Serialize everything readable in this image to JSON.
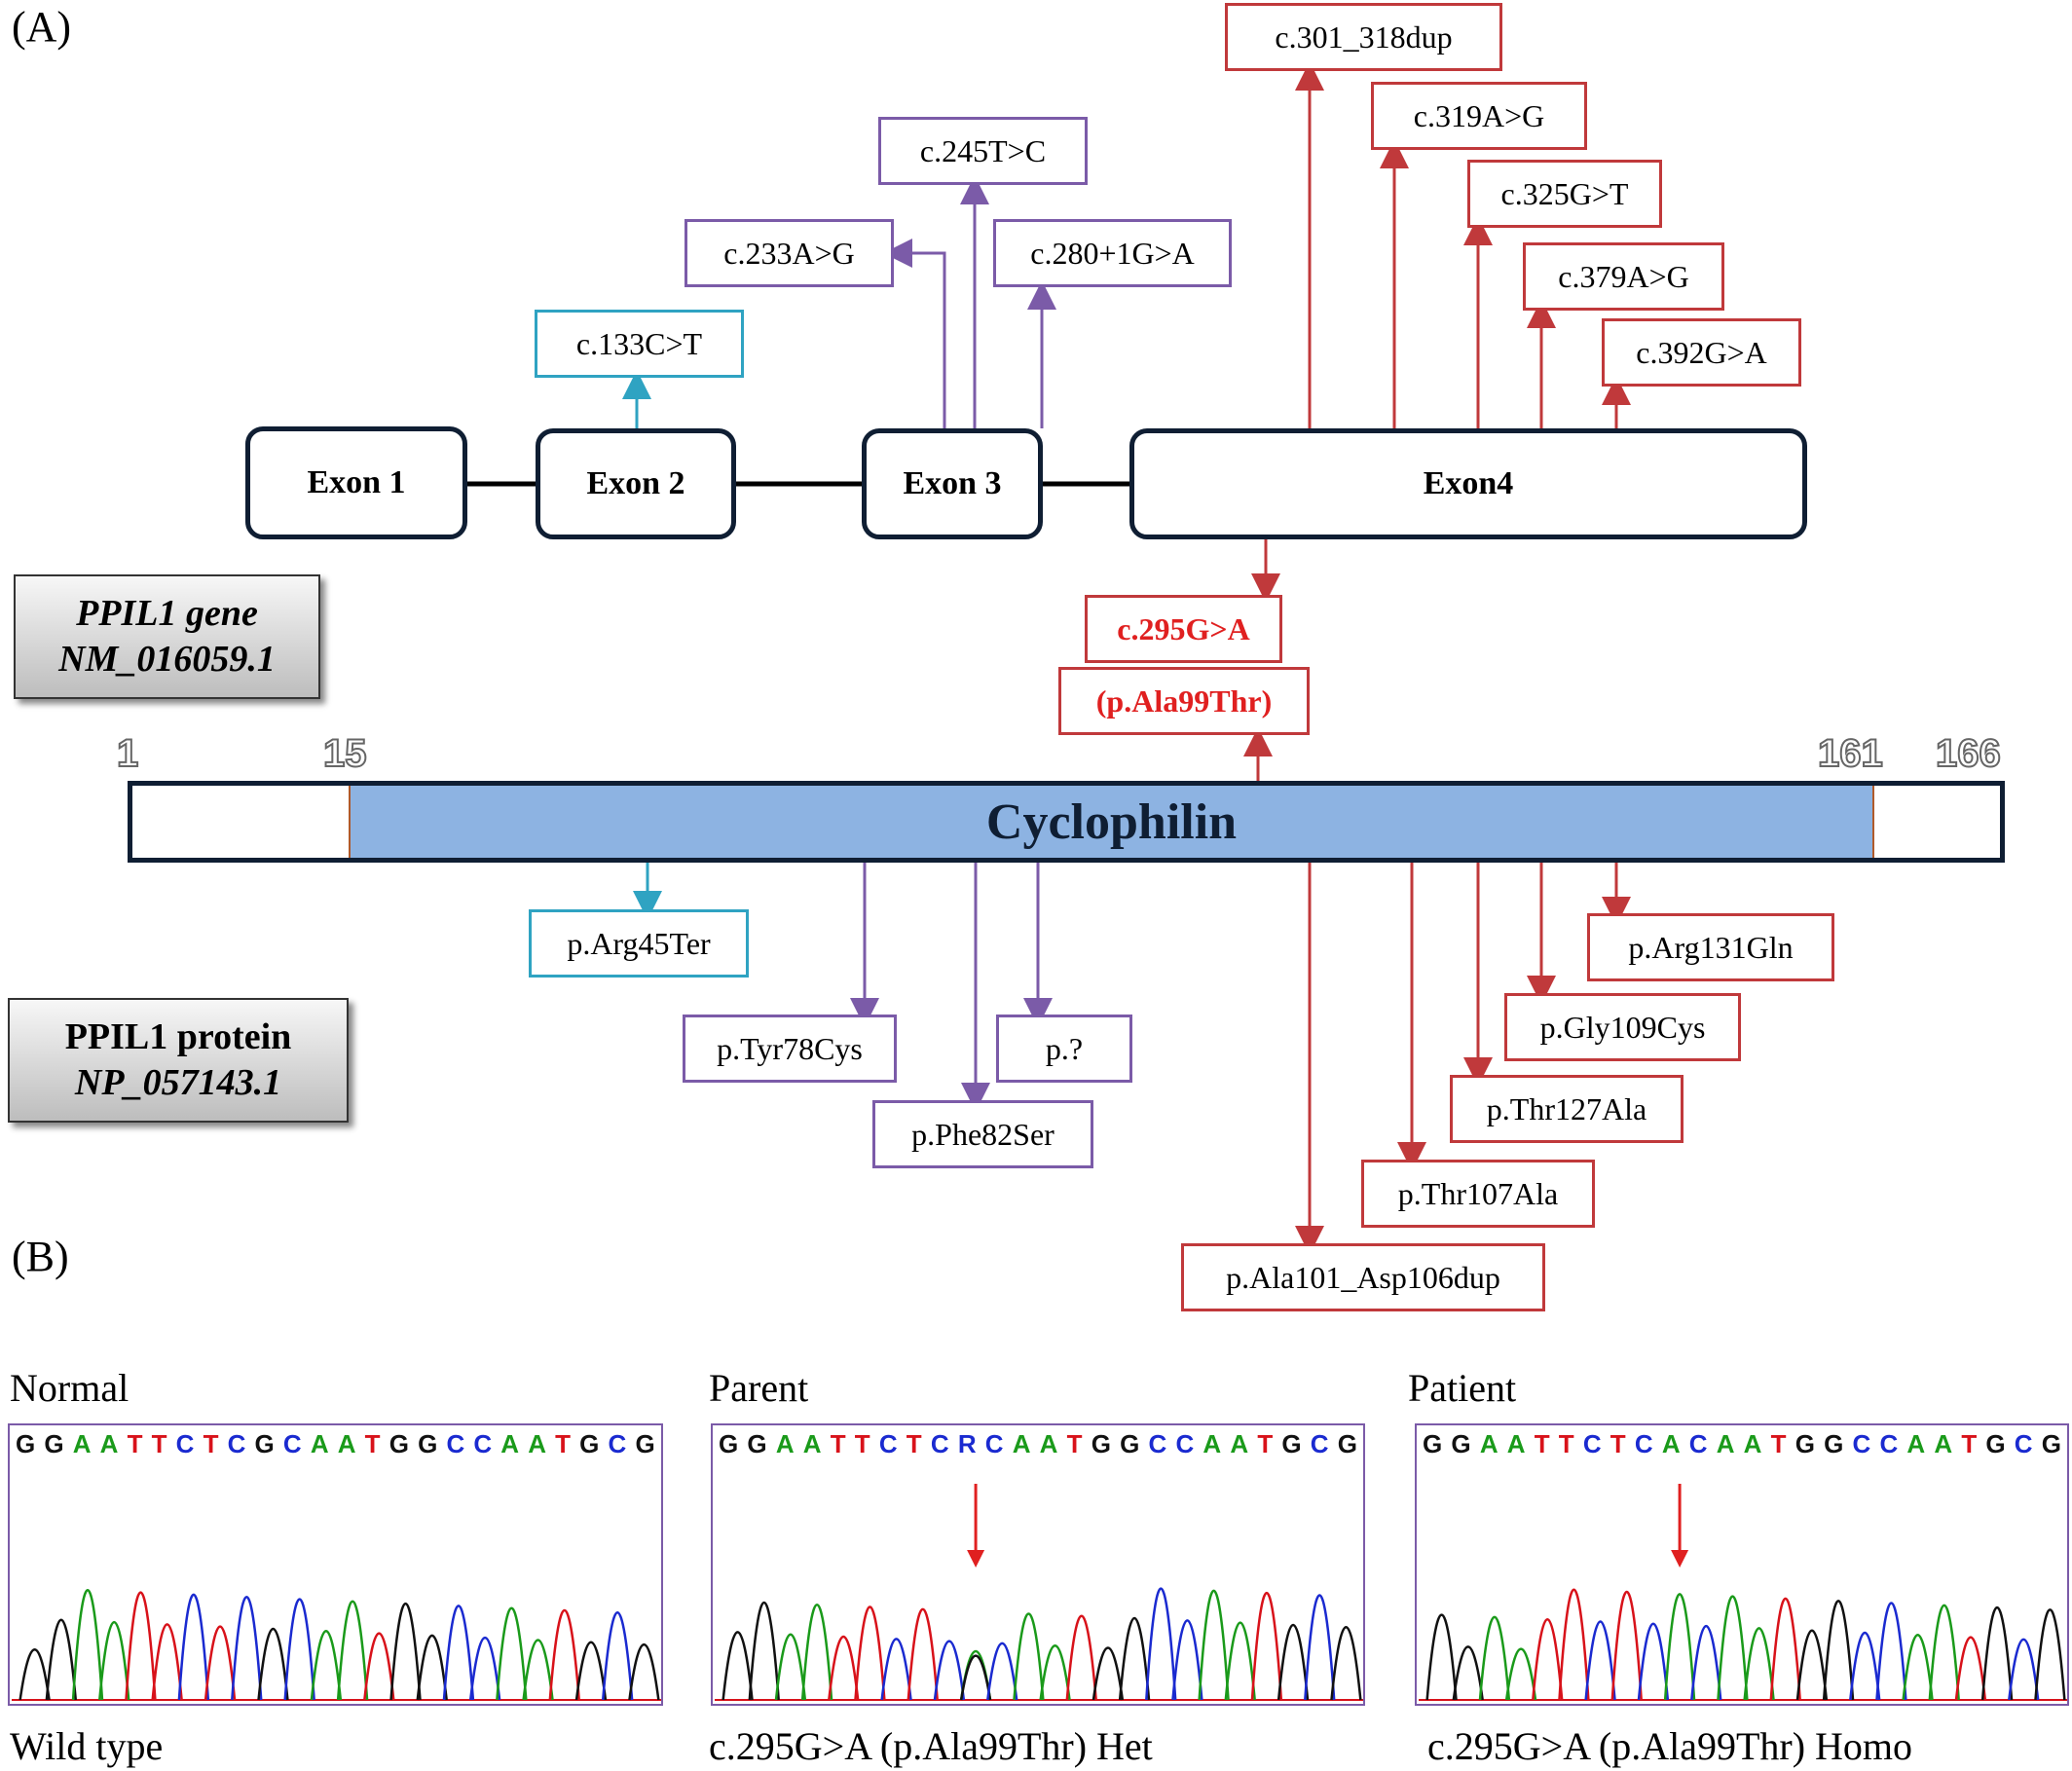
{
  "panels": {
    "a": "(A)",
    "b": "(B)"
  },
  "gene": {
    "name": "PPIL1 gene",
    "accession": "NM_016059.1"
  },
  "protein": {
    "name": "PPIL1 protein",
    "accession": "NP_057143.1"
  },
  "exons": [
    "Exon 1",
    "Exon 2",
    "Exon 3",
    "Exon4"
  ],
  "positions": [
    "1",
    "15",
    "161",
    "166"
  ],
  "domain": "Cyclophilin",
  "dna_mutations": [
    "c.133C>T",
    "c.233A>G",
    "c.245T>C",
    "c.280+1G>A",
    "c.301_318dup",
    "c.319A>G",
    "c.325G>T",
    "c.379A>G",
    "c.392G>A"
  ],
  "highlight": {
    "dna": "c.295G>A",
    "protein": "(p.Ala99Thr)"
  },
  "protein_mutations": [
    "p.Arg45Ter",
    "p.Tyr78Cys",
    "p.Phe82Ser",
    "p.?",
    "p.Ala101_Asp106dup",
    "p.Thr107Ala",
    "p.Thr127Ala",
    "p.Gly109Cys",
    "p.Arg131Gln"
  ],
  "colors": {
    "cyan": "#2fa3c2",
    "purple": "#7b5ba8",
    "red": "#c0393b",
    "highlight": "#e02020"
  },
  "chromatograms": [
    {
      "title": "Normal",
      "sequence": "GGAATTCTCGCAATGGCCAATGCG",
      "caption": "Wild type",
      "arrow": false
    },
    {
      "title": "Parent",
      "sequence": "GGAATTCTCRCAATGGCCAATGCG",
      "caption": "c.295G>A (p.Ala99Thr) Het",
      "arrow": true
    },
    {
      "title": "Patient",
      "sequence": "GGAATTCTCACAATGGCCAATGCG",
      "caption": "c.295G>A (p.Ala99Thr) Homo",
      "arrow": true
    }
  ]
}
